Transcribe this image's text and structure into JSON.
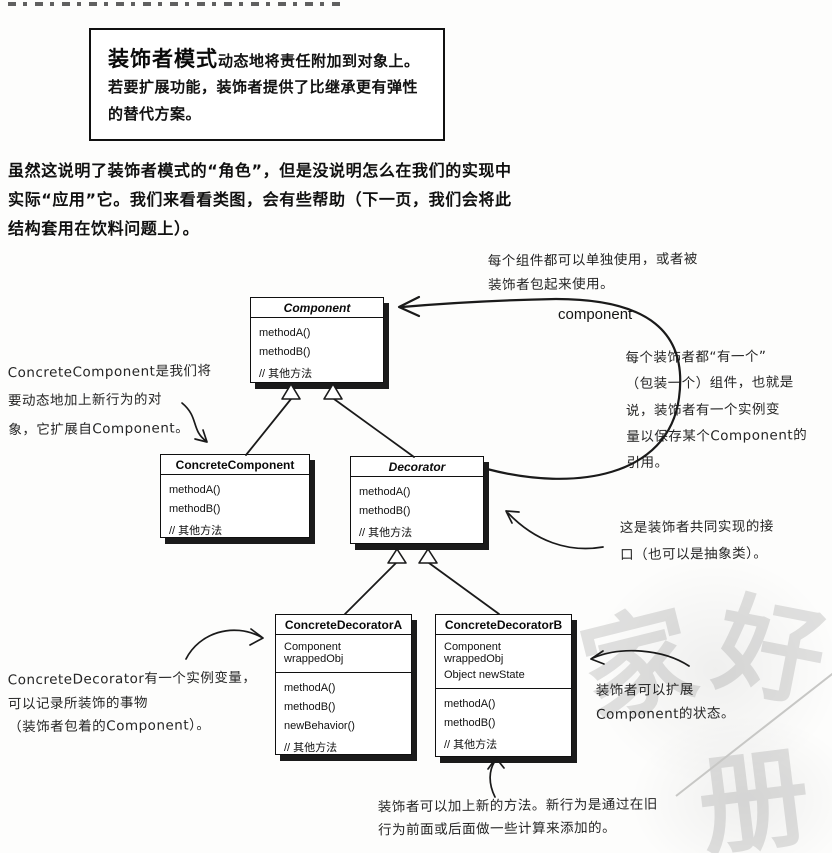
{
  "definition_box": {
    "title": "装饰者模式",
    "body": "动态地将责任附加到对象上。若要扩展功能，装饰者提供了比继承更有弹性的替代方案。"
  },
  "intro_paragraph": "虽然这说明了装饰者模式的“角色”，但是没说明怎么在我们的实现中\n实际“应用”它。我们来看看类图，会有些帮助（下一页，我们会将此\n结构套用在饮料问题上）。",
  "diagram": {
    "association_label": "component",
    "classes": [
      {
        "name": "Component",
        "abstract": true,
        "fields": [],
        "methods": [
          "methodA()",
          "methodB()",
          "// 其他方法"
        ]
      },
      {
        "name": "ConcreteComponent",
        "abstract": false,
        "fields": [],
        "methods": [
          "methodA()",
          "methodB()",
          "// 其他方法"
        ]
      },
      {
        "name": "Decorator",
        "abstract": true,
        "fields": [],
        "methods": [
          "methodA()",
          "methodB()",
          "// 其他方法"
        ]
      },
      {
        "name": "ConcreteDecoratorA",
        "abstract": false,
        "fields": [
          "Component wrappedObj"
        ],
        "methods": [
          "methodA()",
          "methodB()",
          "newBehavior()",
          "// 其他方法"
        ]
      },
      {
        "name": "ConcreteDecoratorB",
        "abstract": false,
        "fields": [
          "Component wrappedObj",
          "Object newState"
        ],
        "methods": [
          "methodA()",
          "methodB()",
          "// 其他方法"
        ]
      }
    ],
    "annotations": {
      "component_usage": "每个组件都可以单独使用，或者被\n装饰者包起来使用。",
      "decorator_has_a": "每个装饰者都“有一个”\n（包装一个）组件，也就是\n说，装饰者有一个实例变\n量以保存某个Component的\n引用。",
      "concrete_component": "ConcreteComponent是我们将\n要动态地加上新行为的对\n象，它扩展自Component。",
      "common_interface": "这是装饰者共同实现的接\n口（也可以是抽象类）。",
      "instance_variable": "ConcreteDecorator有一个实例变量，\n可以记录所装饰的事物\n（装饰者包着的Component）。",
      "extend_state": "装饰者可以扩展\nComponent的状态。",
      "new_methods": "装饰者可以加上新的方法。新行为是通过在旧\n行为前面或后面做一些计算来添加的。"
    }
  },
  "watermark": [
    "家",
    "好",
    "册"
  ]
}
